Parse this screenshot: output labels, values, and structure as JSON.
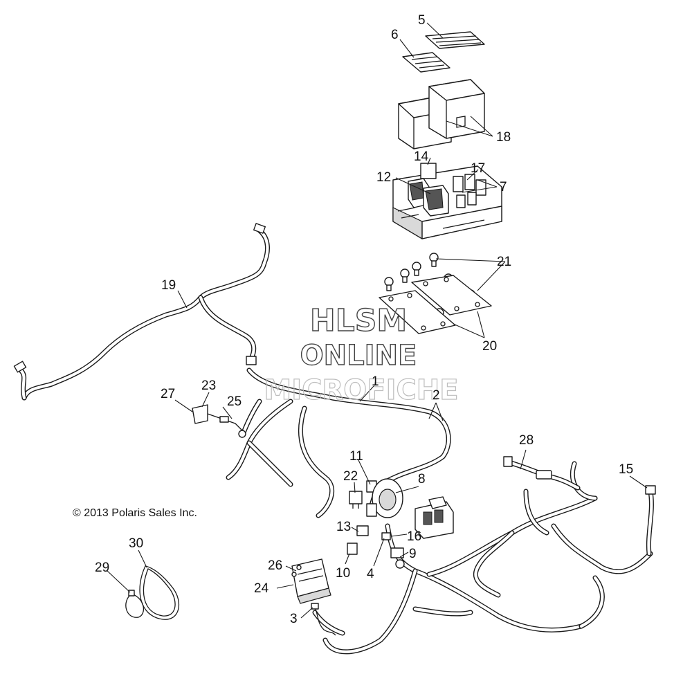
{
  "watermark": {
    "line1": "HLSM",
    "line2": "ONLINE",
    "line3": "MICROFICHE"
  },
  "copyright": "© 2013 Polaris Sales Inc.",
  "callouts": [
    "1",
    "2",
    "3",
    "4",
    "5",
    "6",
    "7",
    "8",
    "9",
    "10",
    "11",
    "12",
    "14",
    "15",
    "16",
    "17",
    "18",
    "19",
    "20",
    "21",
    "22",
    "23",
    "24",
    "25",
    "26",
    "27",
    "28",
    "29",
    "30",
    "13"
  ]
}
